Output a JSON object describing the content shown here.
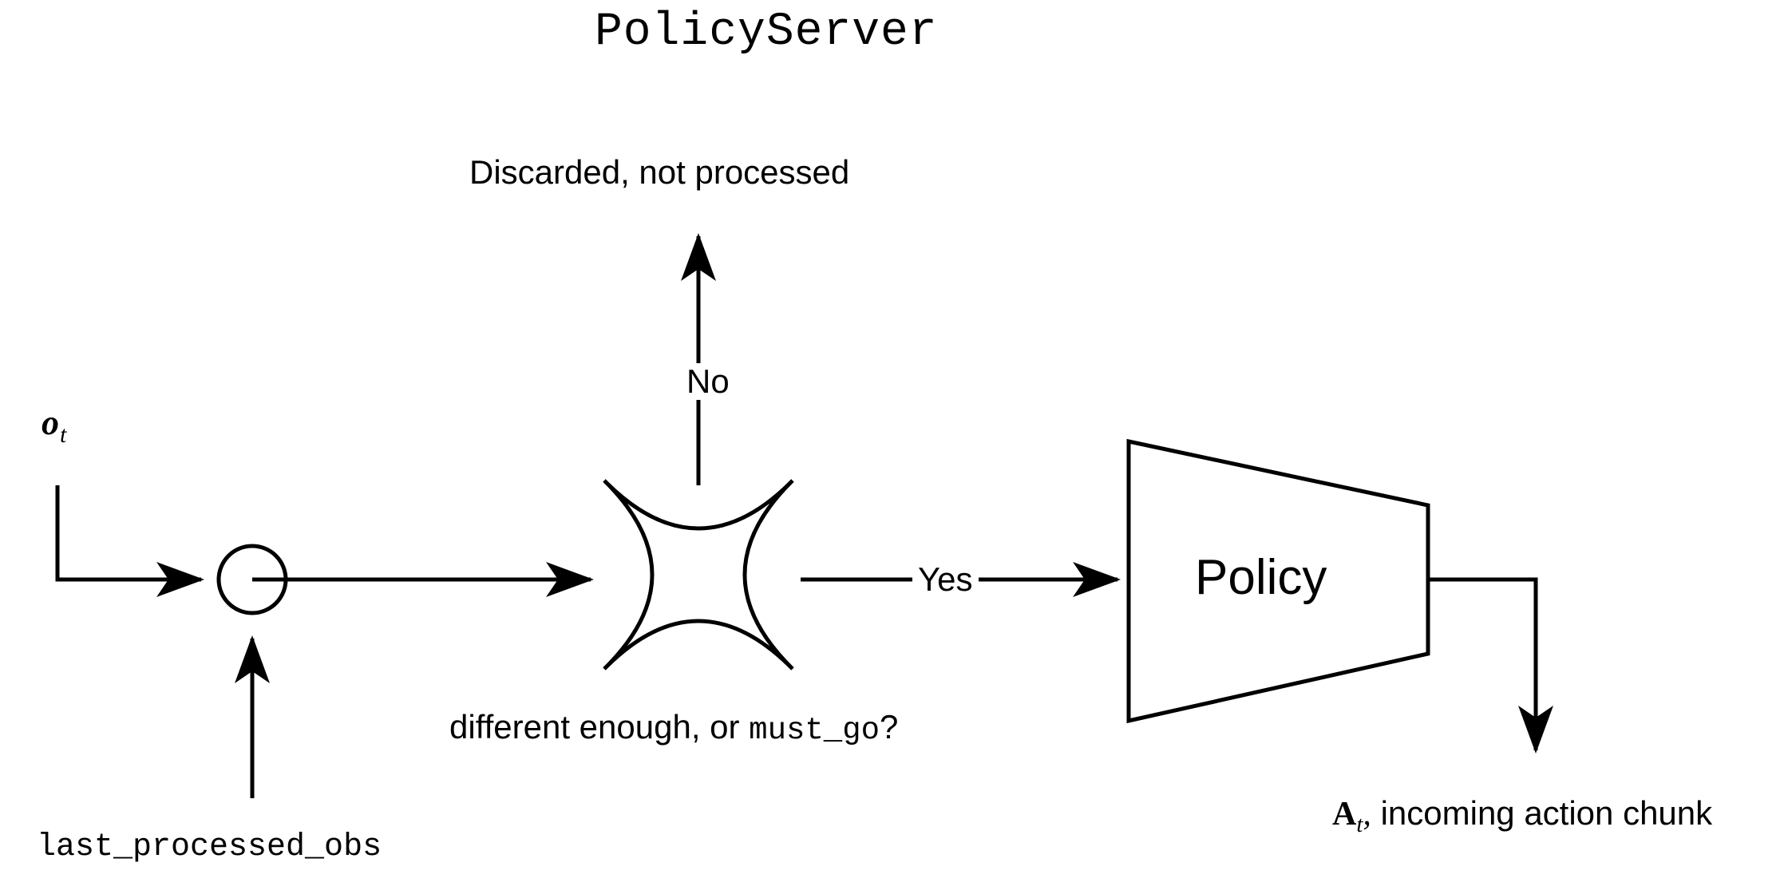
{
  "diagram": {
    "title": "PolicyServer",
    "type": "flowchart",
    "background_color": "#ffffff",
    "stroke_color": "#000000",
    "nodes": [
      {
        "id": "merge",
        "shape": "circle",
        "label": ""
      },
      {
        "id": "decision",
        "shape": "concave-star",
        "label": "different enough, or must_go?"
      },
      {
        "id": "policy",
        "shape": "trapezoid",
        "label": "Policy"
      }
    ],
    "labels": {
      "observation": "o",
      "observation_subscript": "t",
      "last_processed_obs": "last_processed_obs",
      "discarded": "Discarded, not processed",
      "branch_no": "No",
      "branch_yes": "Yes",
      "policy": "Policy",
      "decision_text_prefix": "different enough, or ",
      "decision_text_mono": "must_go",
      "decision_text_suffix": "?",
      "action_chunk_symbol": "A",
      "action_chunk_subscript": "t",
      "action_chunk_comma": ",",
      "action_chunk_desc": " incoming action chunk"
    },
    "edges": [
      {
        "from": "observation",
        "to": "merge",
        "label": ""
      },
      {
        "from": "last_processed_obs",
        "to": "merge",
        "label": ""
      },
      {
        "from": "merge",
        "to": "decision",
        "label": ""
      },
      {
        "from": "decision",
        "to": "discarded",
        "label": "No"
      },
      {
        "from": "decision",
        "to": "policy",
        "label": "Yes"
      },
      {
        "from": "policy",
        "to": "action_chunk",
        "label": ""
      }
    ]
  }
}
